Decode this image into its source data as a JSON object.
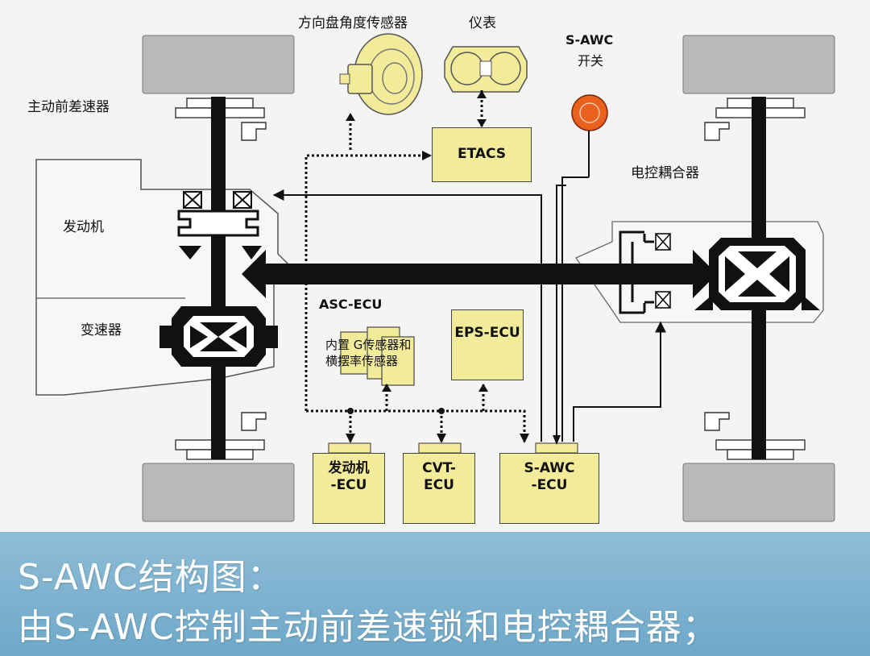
{
  "labels": {
    "steering_sensor": "方向盘角度传感器",
    "meter": "仪表",
    "sawc_switch_line1": "S-AWC",
    "sawc_switch_line2": "开关",
    "front_diff": "主动前差速器",
    "engine": "发动机",
    "transmission": "变速器",
    "coupling": "电控耦合器",
    "asc_ecu": "ASC-ECU",
    "g_sensor": "内置 G传感器和\n横摆率传感器"
  },
  "boxes": {
    "etacs": "ETACS",
    "eps_ecu": "EPS-ECU",
    "engine_ecu": "发动机\n-ECU",
    "cvt_ecu": "CVT-\nECU",
    "sawc_ecu": "S-AWC\n-ECU"
  },
  "caption": {
    "line1": "S-AWC结构图：",
    "line2": "由S-AWC控制主动前差速锁和电控耦合器；"
  },
  "colors": {
    "box_fill": "#f2eb9a",
    "switch_orange": "#e8611e",
    "banner": "#7ab2d0"
  }
}
